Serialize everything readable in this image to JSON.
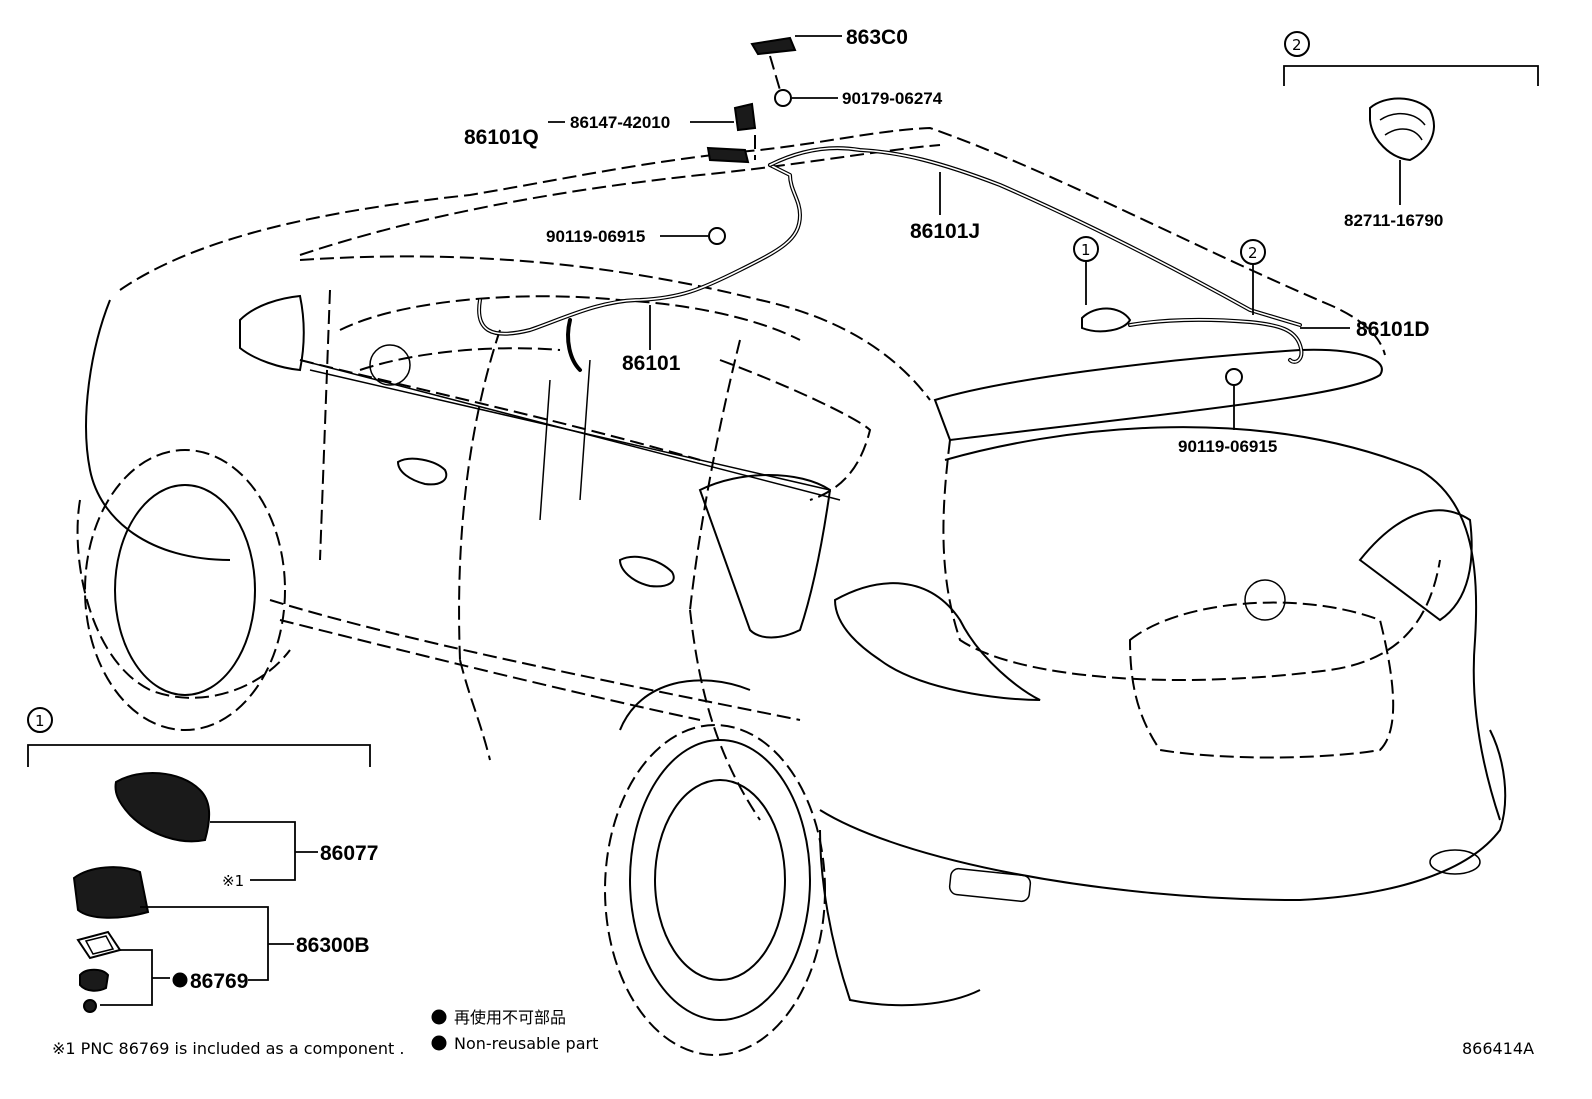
{
  "parts": {
    "p863C0": "863C0",
    "p90179": "90179-06274",
    "p86147": "86147-42010",
    "p86101Q": "86101Q",
    "p90119_front": "90119-06915",
    "p86101J": "86101J",
    "p86101": "86101",
    "p86101D": "86101D",
    "p90119_rear": "90119-06915",
    "p82711": "82711-16790",
    "p86077": "86077",
    "p86300B": "86300B",
    "p86769": "86769"
  },
  "callouts": {
    "detail1": "1",
    "detail2": "2",
    "ref1": "1",
    "ref2": "2"
  },
  "marks": {
    "note_mark": "※1"
  },
  "legend": {
    "jp_text": "再使用不可部品",
    "en_text": "Non-reusable part"
  },
  "footnote": "※1 PNC 86769 is included as a component .",
  "illustration_id": "866414A"
}
